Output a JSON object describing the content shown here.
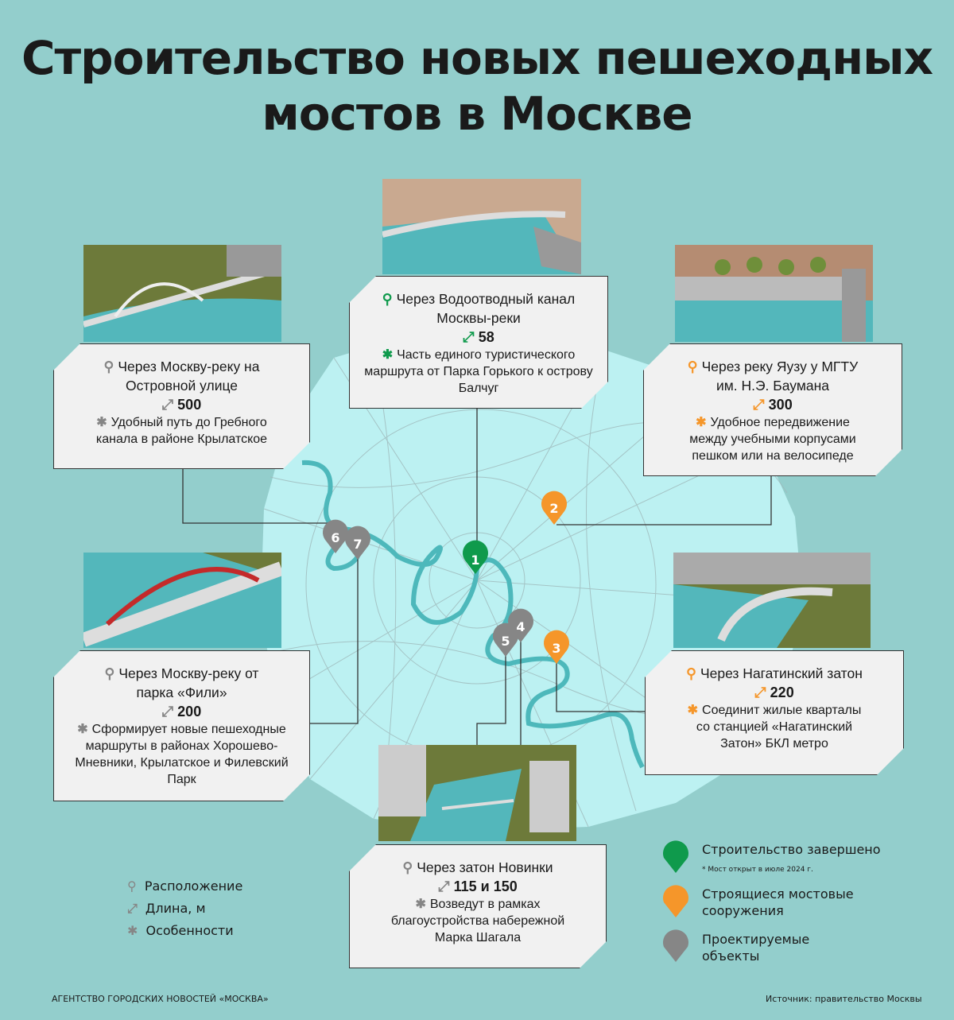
{
  "title": "Строительство новых пешеходных мостов в Москве",
  "colors": {
    "completed": "#0f9a4c",
    "building": "#f5962a",
    "planned": "#868686",
    "river": "#4db8bb",
    "city": "#bcf1f2",
    "bg": "#93cecc"
  },
  "bridges": [
    {
      "id": "1",
      "status": "completed",
      "location": "Через Водоотводный канал Москвы-реки",
      "length": "58",
      "feature": "Часть единого туристического маршрута от Парка Горького к острову Балчуг"
    },
    {
      "id": "2",
      "status": "building",
      "location": "Через реку Яузу у МГТУ им. Н.Э. Баумана",
      "length": "300",
      "feature": "Удобное передвижение между учебными корпусами пешком или на велосипеде"
    },
    {
      "id": "3",
      "status": "building",
      "location": "Через Нагатинский затон",
      "length": "220",
      "feature": "Соединит жилые кварталы со станцией «Нагатинский Затон» БКЛ метро"
    },
    {
      "id": "4-5",
      "status": "planned",
      "location": "Через затон Новинки",
      "length": "115 и 150",
      "feature": "Возведут в рамках благоустройства набережной Марка Шагала"
    },
    {
      "id": "6",
      "status": "planned",
      "location": "Через Москву-реку на Островной улице",
      "length": "500",
      "feature": "Удобный путь до Гребного канала в районе Крылатское"
    },
    {
      "id": "7",
      "status": "planned",
      "location": "Через Москву-реку от парка «Фили»",
      "length": "200",
      "feature": "Сформирует новые пешеходные маршруты в районах Хорошево-Мневники, Крылатское и Филевский Парк"
    }
  ],
  "pins": [
    "1",
    "2",
    "3",
    "4",
    "5",
    "6",
    "7"
  ],
  "legend_icons": {
    "location": "Расположение",
    "length": "Длина, м",
    "features": "Особенности"
  },
  "status_legend": {
    "completed": "Строительство завершено",
    "completed_note": "* Мост открыт в июле 2024 г.",
    "building": "Строящиеся мостовые сооружения",
    "planned": "Проектируемые объекты"
  },
  "footer": {
    "agency": "АГЕНТСТВО ГОРОДСКИХ НОВОСТЕЙ «МОСКВА»",
    "source": "Источник: правительство Москвы"
  }
}
